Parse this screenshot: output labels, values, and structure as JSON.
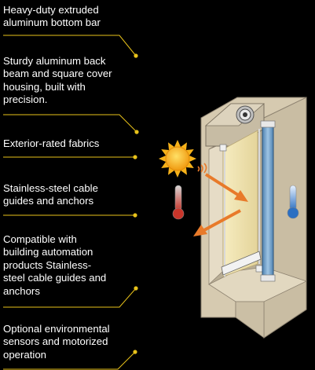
{
  "features": [
    {
      "text": "Heavy-duty extruded\naluminum bottom bar"
    },
    {
      "text": "Sturdy aluminum back\nbeam and square cover\nhousing, built with\nprecision."
    },
    {
      "text": "Exterior-rated fabrics"
    },
    {
      "text": "Stainless-steel cable\nguides and anchors"
    },
    {
      "text": "Compatible with\nbuilding automation\nproducts Stainless-\nsteel cable guides and\nanchors"
    },
    {
      "text": "Optional environmental\nsensors and motorized\noperation"
    }
  ],
  "icons": [
    "sun-icon",
    "hot-thermometer-icon",
    "cold-thermometer-icon",
    "heat-arrow-icon",
    "reflection-arrow-icon"
  ],
  "colors": {
    "background": "#000000",
    "leader_line": "#e8c21a",
    "frame": "#ddd3bd",
    "glass": "#6e9fc8",
    "fabric": "#ece0a8",
    "arrow": "#e87a2a",
    "sun": "#f6b21a"
  }
}
